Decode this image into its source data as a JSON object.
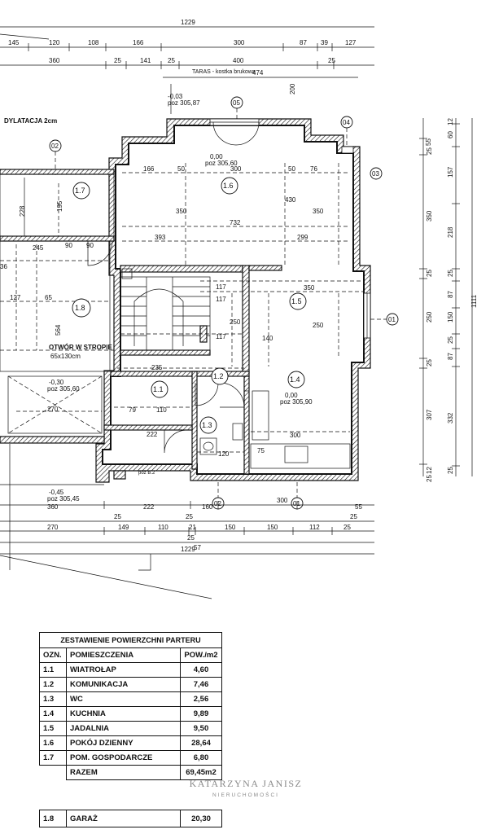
{
  "plan": {
    "top_dims": {
      "total": "1229",
      "row1": [
        "145",
        "120",
        "108",
        "166",
        "300",
        "87",
        "39",
        "127"
      ],
      "row2": [
        "360",
        "25",
        "141",
        "25",
        "400",
        "25"
      ],
      "row3": "474",
      "side_top": "200"
    },
    "terrace_label": "TARAS - kostka brukowa",
    "level_terrace": "-0,03",
    "level_terrace_poz": "poz 305,87",
    "dylatacja": "DYLATACJA 2cm",
    "axes": {
      "o1": "01",
      "o2": "02",
      "o3": "03",
      "o4": "04",
      "o5": "05"
    },
    "room_tags": {
      "r11": "1.1",
      "r12": "1.2",
      "r13": "1.3",
      "r14": "1.4",
      "r15": "1.5",
      "r16": "1.6",
      "r17": "1.7",
      "r18": "1.8"
    },
    "level_living": "0,00",
    "level_living_poz": "poz 305,60",
    "level_kitchen": "0,00",
    "level_kitchen_poz": "poz 305,90",
    "level_garage": "-0,30",
    "level_garage_poz": "poz 305,60",
    "level_entry": "-0,45",
    "level_entry_poz": "poz 305,45",
    "opening_label": "OTWÓR W STROPIE",
    "opening_size": "65x130cm",
    "inner_dims": {
      "d166": "166",
      "d50a": "50",
      "d300": "300",
      "d50b": "50",
      "d76": "76",
      "d350a": "350",
      "d430": "430",
      "d350b": "350",
      "d732": "732",
      "d393": "393",
      "d299": "299",
      "d117a": "117",
      "d117b": "117",
      "d350c": "350",
      "d250a": "250",
      "d250b": "250",
      "d140": "140",
      "d117c": "117",
      "d235": "235",
      "d110": "110",
      "d79": "79",
      "d222a": "222",
      "d300b": "300",
      "d120": "120",
      "d75": "75",
      "d564": "564",
      "d270": "270",
      "d245": "245",
      "d127": "127",
      "d65": "65",
      "d195": "195",
      "d228": "228",
      "d90a": "90",
      "d90b": "90",
      "d36": "36"
    },
    "bottom_dims": {
      "row1": [
        "360",
        "222",
        "160",
        "300",
        "55"
      ],
      "row2": [
        "25",
        "25",
        "25"
      ],
      "row3": [
        "270",
        "149",
        "110",
        "21",
        "150",
        "150",
        "112",
        "25"
      ],
      "row4": [
        "25",
        "57"
      ],
      "total": "1229"
    },
    "right_dims": {
      "outer": "1111",
      "col1": [
        "55",
        "25",
        "350",
        "25",
        "250",
        "25",
        "307",
        "12",
        "25"
      ],
      "col2": [
        "12",
        "60",
        "157",
        "218",
        "25",
        "87",
        "150",
        "25",
        "87",
        "332",
        "25"
      ]
    },
    "stair_label": "poz B.2"
  },
  "table": {
    "title": "ZESTAWIENIE POWIERZCHNI PARTERU",
    "col_ozn": "OZN.",
    "col_room": "POMIESZCZENIA",
    "col_area": "POW./m2",
    "rows": [
      {
        "id": "1.1",
        "name": "WIATROŁAP",
        "area": "4,60"
      },
      {
        "id": "1.2",
        "name": "KOMUNIKACJA",
        "area": "7,46"
      },
      {
        "id": "1.3",
        "name": "WC",
        "area": "2,56"
      },
      {
        "id": "1.4",
        "name": "KUCHNIA",
        "area": "9,89"
      },
      {
        "id": "1.5",
        "name": "JADALNIA",
        "area": "9,50"
      },
      {
        "id": "1.6",
        "name": "POKÓJ DZIENNY",
        "area": "28,64"
      },
      {
        "id": "1.7",
        "name": "POM. GOSPODARCZE",
        "area": "6,80"
      }
    ],
    "total_label": "RAZEM",
    "total_value": "69,45m2",
    "garage": {
      "id": "1.8",
      "name": "GARAŻ",
      "area": "20,30"
    }
  },
  "watermark": {
    "line1": "KATARZYNA JANISZ",
    "line2": "NIERUCHOMOŚCI"
  }
}
